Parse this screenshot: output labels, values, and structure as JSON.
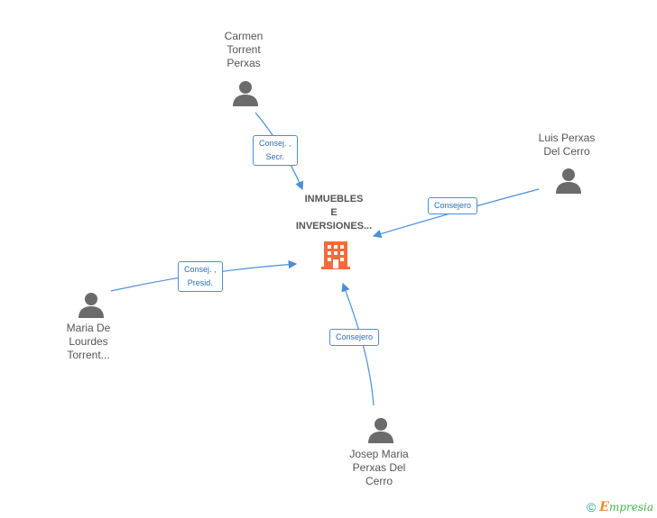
{
  "company": {
    "label_lines": [
      "INMUEBLES",
      "E",
      "INVERSIONES..."
    ],
    "icon": "building-icon",
    "color": "#f26b3a"
  },
  "people": [
    {
      "id": "carmen",
      "label_lines": [
        "Carmen",
        "Torrent",
        "Perxas"
      ],
      "icon": "person-icon"
    },
    {
      "id": "luis",
      "label_lines": [
        "Luis Perxas",
        "Del Cerro"
      ],
      "icon": "person-icon"
    },
    {
      "id": "maria",
      "label_lines": [
        "Maria De",
        "Lourdes",
        "Torrent..."
      ],
      "icon": "person-icon"
    },
    {
      "id": "josep",
      "label_lines": [
        "Josep Maria",
        "Perxas Del",
        "Cerro"
      ],
      "icon": "person-icon"
    }
  ],
  "edges": [
    {
      "from": "carmen",
      "label_lines": [
        "Consej. ,",
        "Secr."
      ]
    },
    {
      "from": "luis",
      "label_lines": [
        "Consejero"
      ]
    },
    {
      "from": "maria",
      "label_lines": [
        "Consej. ,",
        "Presid."
      ]
    },
    {
      "from": "josep",
      "label_lines": [
        "Consejero"
      ]
    }
  ],
  "colors": {
    "edge": "#4a8fd6",
    "icon": "#6b6b6b",
    "text": "#555555"
  },
  "footer": {
    "copyright": "©",
    "brand_initial": "E",
    "brand_rest": "mpresia"
  }
}
